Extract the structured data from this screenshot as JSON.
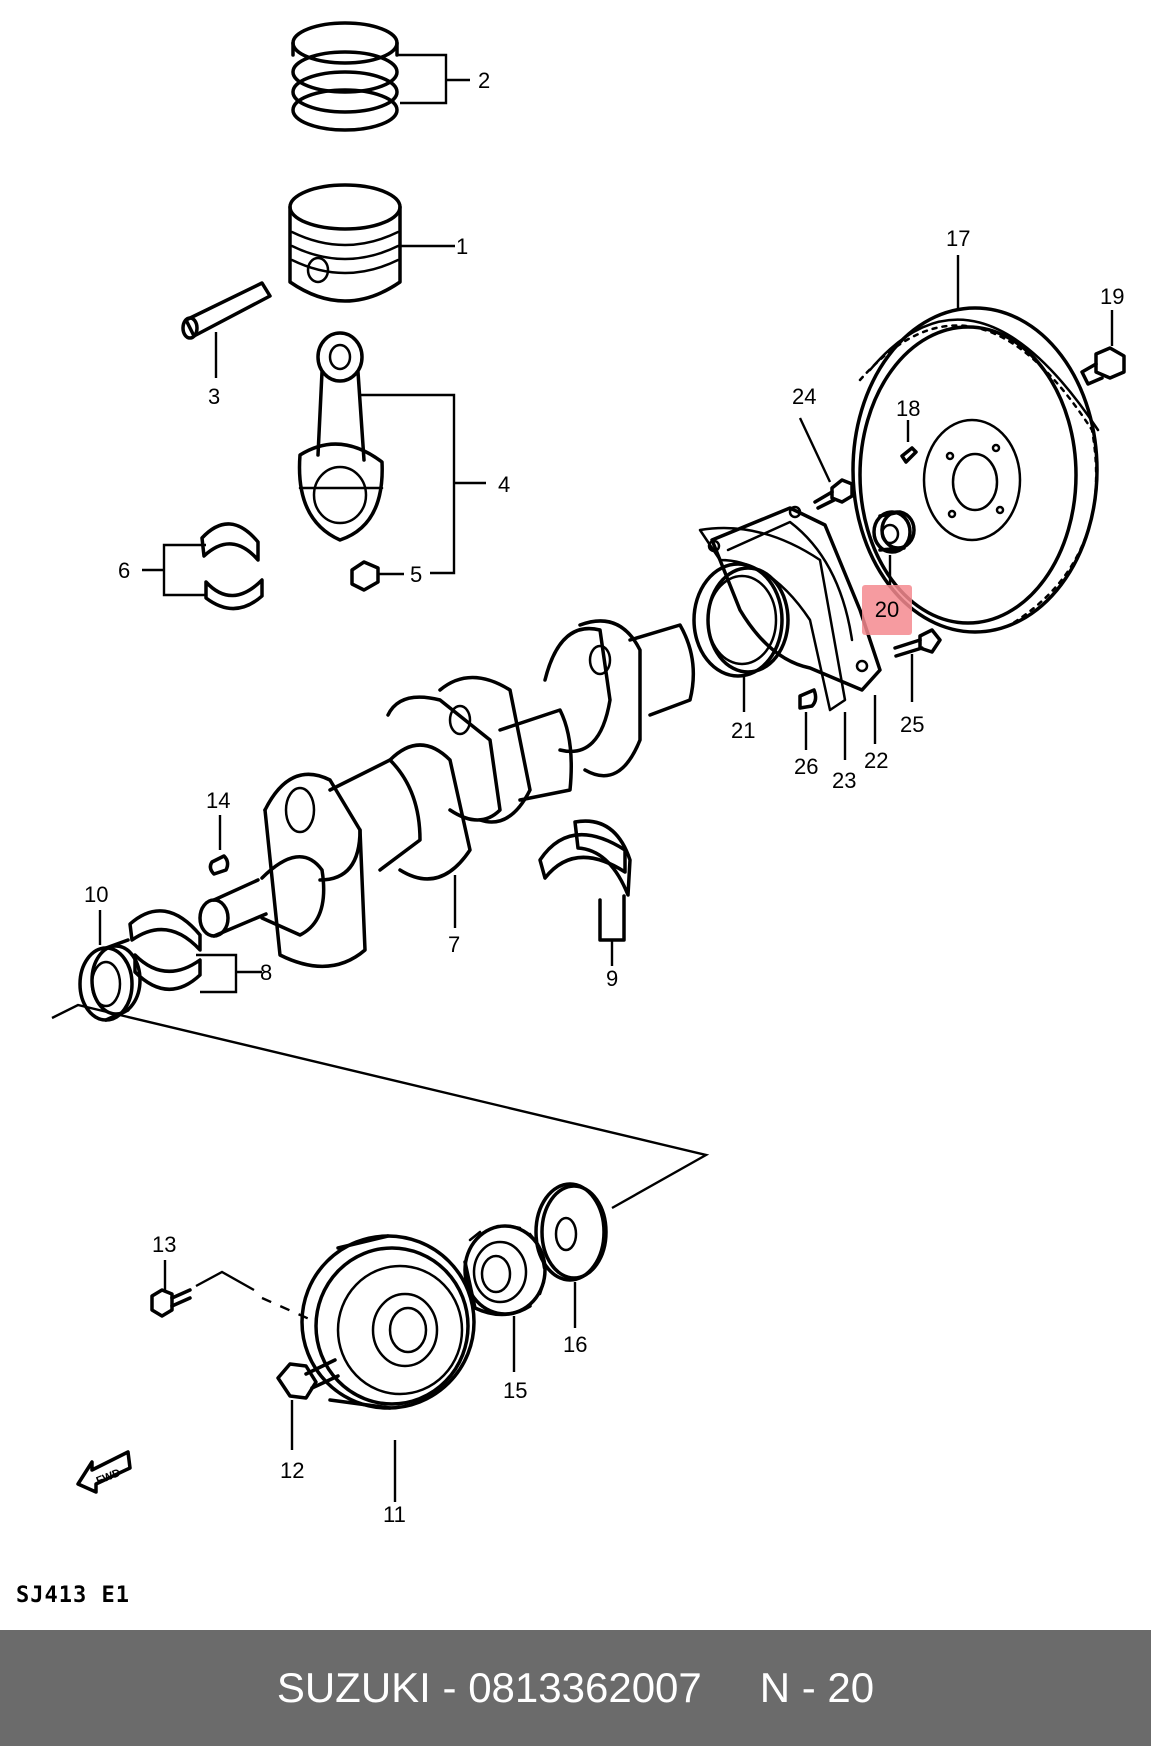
{
  "diagram": {
    "code": "SJ413 E1",
    "fwd_label": "FWD",
    "highlighted_part": "20",
    "callouts": [
      {
        "id": "c1",
        "text": "1"
      },
      {
        "id": "c2",
        "text": "2"
      },
      {
        "id": "c3",
        "text": "3"
      },
      {
        "id": "c4",
        "text": "4"
      },
      {
        "id": "c5",
        "text": "5"
      },
      {
        "id": "c6",
        "text": "6"
      },
      {
        "id": "c7",
        "text": "7"
      },
      {
        "id": "c8",
        "text": "8"
      },
      {
        "id": "c9",
        "text": "9"
      },
      {
        "id": "c10",
        "text": "10"
      },
      {
        "id": "c11",
        "text": "11"
      },
      {
        "id": "c12",
        "text": "12"
      },
      {
        "id": "c13",
        "text": "13"
      },
      {
        "id": "c14",
        "text": "14"
      },
      {
        "id": "c15",
        "text": "15"
      },
      {
        "id": "c16",
        "text": "16"
      },
      {
        "id": "c17",
        "text": "17"
      },
      {
        "id": "c18",
        "text": "18"
      },
      {
        "id": "c19",
        "text": "19"
      },
      {
        "id": "c21",
        "text": "21"
      },
      {
        "id": "c22",
        "text": "22"
      },
      {
        "id": "c23",
        "text": "23"
      },
      {
        "id": "c24",
        "text": "24"
      },
      {
        "id": "c25",
        "text": "25"
      },
      {
        "id": "c26",
        "text": "26"
      }
    ]
  },
  "footer": {
    "brand": "SUZUKI",
    "separator": "-",
    "part_number": "0813362007",
    "page_code": "N - 20"
  }
}
